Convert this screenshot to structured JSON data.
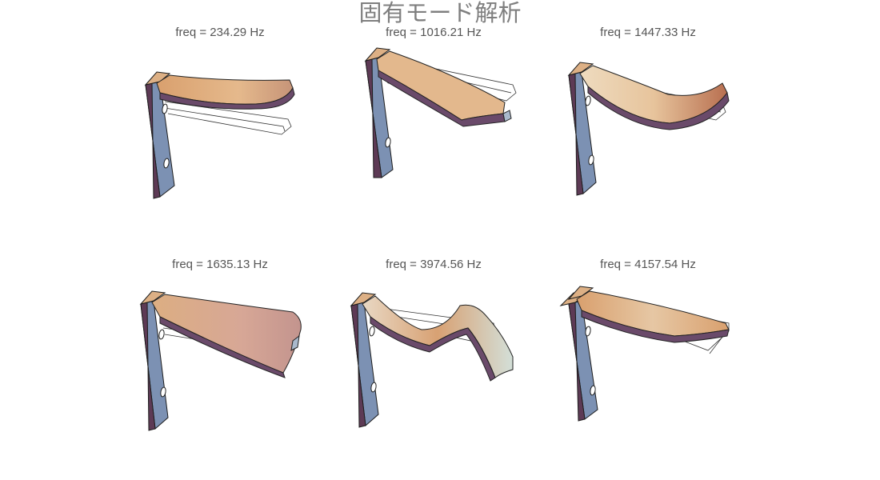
{
  "title": "固有モード解析",
  "panels": [
    {
      "label": "freq = 234.29 Hz"
    },
    {
      "label": "freq = 1016.21 Hz"
    },
    {
      "label": "freq = 1447.33 Hz"
    },
    {
      "label": "freq = 1635.13 Hz"
    },
    {
      "label": "freq = 3974.56 Hz"
    },
    {
      "label": "freq = 4157.54 Hz"
    }
  ],
  "colors": {
    "title_text": "#7f7f7f",
    "label_text": "#555555",
    "bracket_blue": "#7c91b3",
    "bracket_edge": "#5d3a55",
    "surface_orange": "#dcae82",
    "surface_light": "#eedbbf",
    "surface_pink": "#c99a90",
    "surface_teal": "#cfdad5"
  }
}
